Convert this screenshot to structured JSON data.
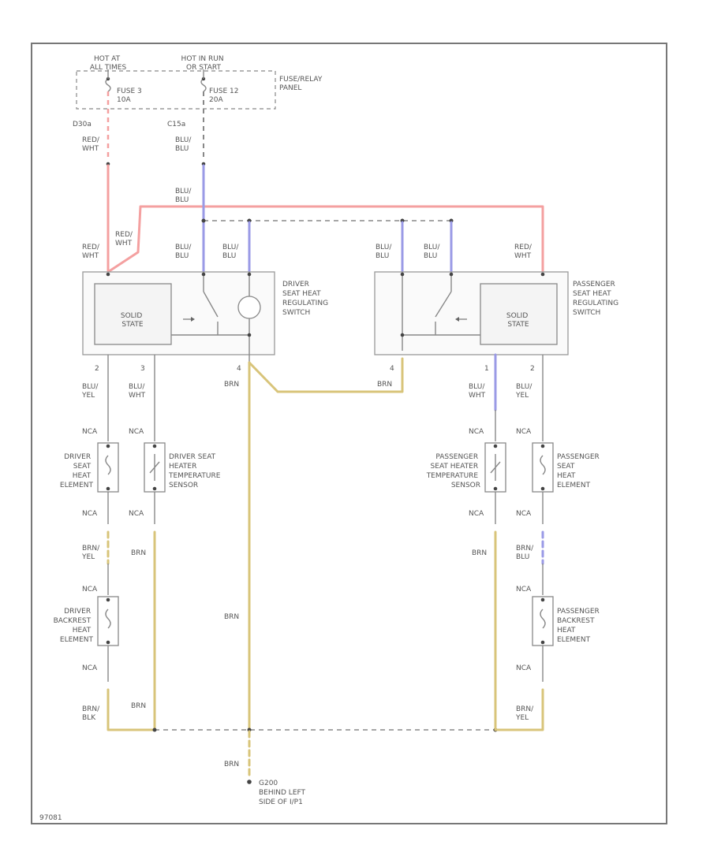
{
  "colors": {
    "red": "#f4a0a0",
    "blue": "#9a9ae6",
    "yellow": "#d8c47a",
    "gray": "#888888"
  },
  "labels": {
    "hot_at_all_times": [
      "HOT AT",
      "ALL TIMES"
    ],
    "hot_in_run_or_start": [
      "HOT IN RUN",
      "OR START"
    ],
    "fuse3": [
      "FUSE 3",
      "10A"
    ],
    "fuse12": [
      "FUSE 12",
      "20A"
    ],
    "fuse_panel": [
      "FUSE/RELAY",
      "PANEL"
    ],
    "conn_left": "D30a",
    "conn_right": "C15a",
    "red_wht": [
      "RED/",
      "WHT"
    ],
    "blu_blu": [
      "BLU/",
      "BLU"
    ],
    "driver_switch": [
      "DRIVER",
      "SEAT HEAT",
      "REGULATING",
      "SWITCH"
    ],
    "passenger_switch": [
      "PASSENGER",
      "SEAT HEAT",
      "REGULATING",
      "SWITCH"
    ],
    "solid_state": [
      "SOLID",
      "STATE"
    ],
    "pin2": "2",
    "pin3": "3",
    "pin4": "4",
    "pin1": "1",
    "blu_yel": [
      "BLU/",
      "YEL"
    ],
    "blu_wht": [
      "BLU/",
      "WHT"
    ],
    "brn": "BRN",
    "nca": "NCA",
    "driver_seat_heat": [
      "DRIVER",
      "SEAT",
      "HEAT",
      "ELEMENT"
    ],
    "driver_seat_heater_temp": [
      "DRIVER SEAT",
      "HEATER",
      "TEMPERATURE",
      "SENSOR"
    ],
    "passenger_seat_heater_temp": [
      "PASSENGER",
      "SEAT HEATER",
      "TEMPERATURE",
      "SENSOR"
    ],
    "passenger_seat_heat": [
      "PASSENGER",
      "SEAT",
      "HEAT",
      "ELEMENT"
    ],
    "brn_yel": [
      "BRN/",
      "YEL"
    ],
    "brn_blu": [
      "BRN/",
      "BLU"
    ],
    "brn_blk": [
      "BRN/",
      "BLK"
    ],
    "driver_backrest": [
      "DRIVER",
      "BACKREST",
      "HEAT",
      "ELEMENT"
    ],
    "passenger_backrest": [
      "PASSENGER",
      "BACKREST",
      "HEAT",
      "ELEMENT"
    ],
    "ground": [
      "G200",
      "BEHIND LEFT",
      "SIDE OF I/P1"
    ],
    "ref": "97081"
  }
}
